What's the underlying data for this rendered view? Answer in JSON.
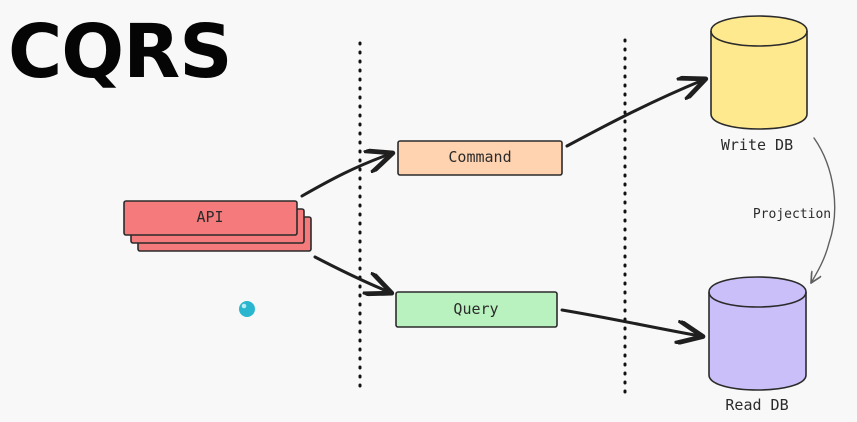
{
  "title": "CQRS",
  "nodes": {
    "api": {
      "label": "API",
      "color": "#f47a7c"
    },
    "command": {
      "label": "Command",
      "color": "#ffd3b0"
    },
    "query": {
      "label": "Query",
      "color": "#b9f2bf"
    },
    "write_db": {
      "label": "Write DB",
      "color": "#ffe98e"
    },
    "read_db": {
      "label": "Read DB",
      "color": "#cabff8"
    }
  },
  "edges": {
    "projection": {
      "label": "Projection"
    }
  },
  "colors": {
    "stroke": "#1f1f1f",
    "divider": "#111111",
    "cursor": "#2bb6cf"
  }
}
